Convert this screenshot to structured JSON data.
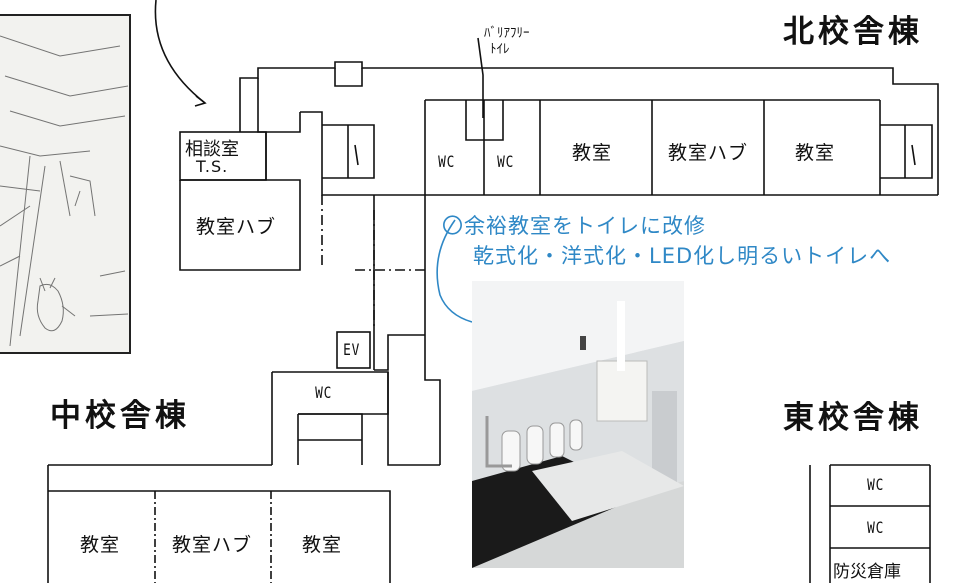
{
  "buildings": {
    "north": "北校舎棟",
    "middle": "中校舎棟",
    "east": "東校舎棟"
  },
  "rooms": {
    "consult_line1": "相談室",
    "consult_line2": "T.S.",
    "hub_left": "教室ハブ",
    "wc_1": "WC",
    "wc_2": "WC",
    "classroom_n1": "教室",
    "hub_north": "教室ハブ",
    "classroom_n2": "教室",
    "ev": "EV",
    "wc_middle": "WC",
    "classroom_m1": "教室",
    "hub_middle": "教室ハブ",
    "classroom_m2": "教室",
    "wc_east1": "WC",
    "wc_east2": "WC",
    "disaster_storage": "防災倉庫"
  },
  "barrier_free_label_line1": "ﾊﾞﾘｱﾌﾘｰ",
  "barrier_free_label_line2": "ﾄｲﾚ",
  "note": {
    "line1": "〇余裕教室をトイレに改修",
    "line2": "乾式化・洋式化・LED化し明るいトイレへ"
  },
  "colors": {
    "note": "#2f88c6",
    "lines": "#111111"
  }
}
